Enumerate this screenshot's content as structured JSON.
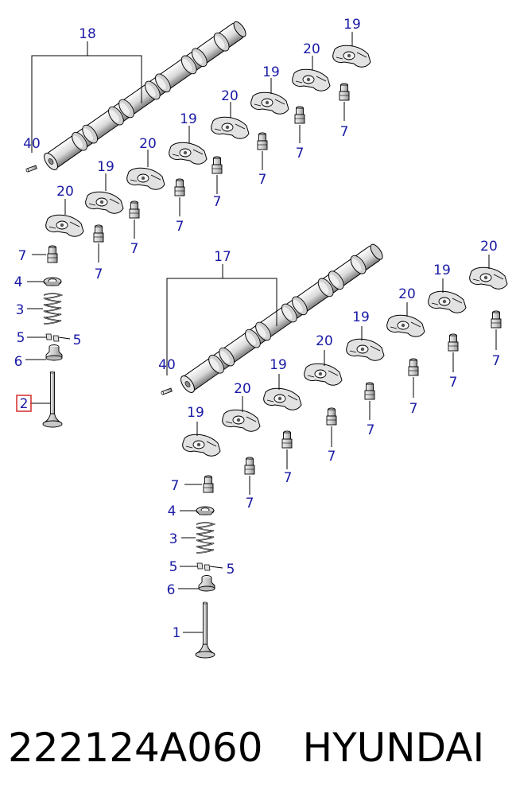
{
  "diagram": {
    "colors": {
      "callout": "#1a1aa6",
      "highlight": "#d42a2a",
      "line": "#000000"
    },
    "callouts": [
      {
        "id": "c18a",
        "label": "18"
      },
      {
        "id": "c40a",
        "label": "40"
      },
      {
        "id": "c17",
        "label": "17"
      },
      {
        "id": "c40b",
        "label": "40"
      },
      {
        "id": "u19a",
        "label": "19"
      },
      {
        "id": "u20a",
        "label": "20"
      },
      {
        "id": "u19b",
        "label": "19"
      },
      {
        "id": "u20b",
        "label": "20"
      },
      {
        "id": "u19c",
        "label": "19"
      },
      {
        "id": "u20c",
        "label": "20"
      },
      {
        "id": "u19d",
        "label": "19"
      },
      {
        "id": "u20d",
        "label": "20"
      },
      {
        "id": "u7a",
        "label": "7"
      },
      {
        "id": "u7b",
        "label": "7"
      },
      {
        "id": "u7c",
        "label": "7"
      },
      {
        "id": "u7d",
        "label": "7"
      },
      {
        "id": "u7e",
        "label": "7"
      },
      {
        "id": "u7f",
        "label": "7"
      },
      {
        "id": "u7g",
        "label": "7"
      },
      {
        "id": "u7h",
        "label": "7"
      },
      {
        "id": "l19a",
        "label": "19"
      },
      {
        "id": "l20a",
        "label": "20"
      },
      {
        "id": "l19b",
        "label": "19"
      },
      {
        "id": "l20b",
        "label": "20"
      },
      {
        "id": "l19c",
        "label": "19"
      },
      {
        "id": "l20c",
        "label": "20"
      },
      {
        "id": "l19d",
        "label": "19"
      },
      {
        "id": "l20d",
        "label": "20"
      },
      {
        "id": "l7a",
        "label": "7"
      },
      {
        "id": "l7b",
        "label": "7"
      },
      {
        "id": "l7c",
        "label": "7"
      },
      {
        "id": "l7d",
        "label": "7"
      },
      {
        "id": "l7e",
        "label": "7"
      },
      {
        "id": "l7f",
        "label": "7"
      },
      {
        "id": "l7g",
        "label": "7"
      },
      {
        "id": "l7h",
        "label": "7"
      },
      {
        "id": "k7a",
        "label": "7"
      },
      {
        "id": "k4a",
        "label": "4"
      },
      {
        "id": "k3a",
        "label": "3"
      },
      {
        "id": "k5a",
        "label": "5"
      },
      {
        "id": "k5b",
        "label": "5"
      },
      {
        "id": "k6a",
        "label": "6"
      },
      {
        "id": "k2a",
        "label": "2",
        "highlighted": true
      },
      {
        "id": "k7b",
        "label": "7"
      },
      {
        "id": "k4b",
        "label": "4"
      },
      {
        "id": "k3b",
        "label": "3"
      },
      {
        "id": "k5c",
        "label": "5"
      },
      {
        "id": "k5d",
        "label": "5"
      },
      {
        "id": "k6b",
        "label": "6"
      },
      {
        "id": "k1a",
        "label": "1"
      }
    ]
  },
  "caption": {
    "part_number": "222124A060",
    "brand": "HYUNDAI"
  }
}
